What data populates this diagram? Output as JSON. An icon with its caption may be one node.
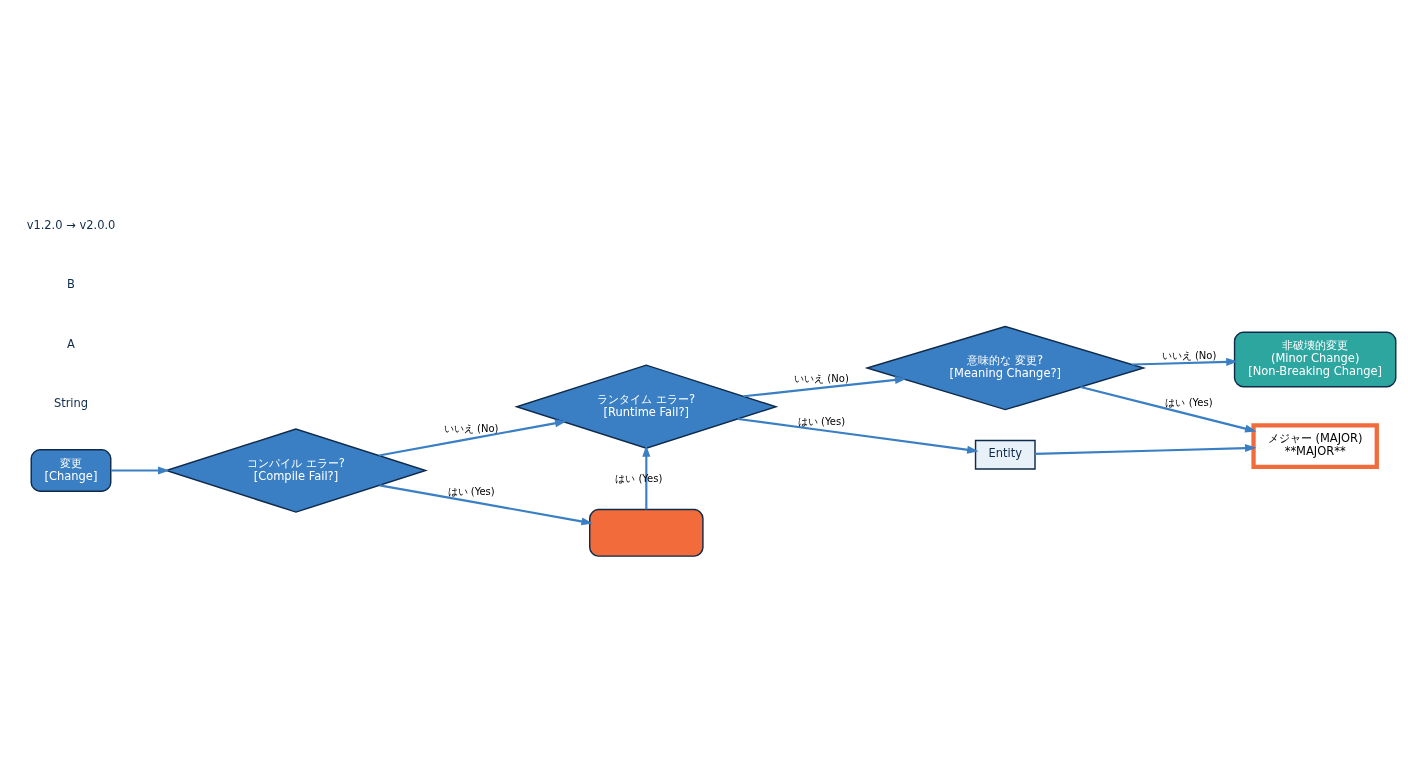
{
  "diagram": {
    "nodes": [
      {
        "text": [
          "変更",
          "[Change]"
        ]
      },
      {
        "text": [
          "コンパイル エラー?",
          "[Compile Fail?]"
        ]
      },
      {
        "text": [
          "ランタイム エラー?",
          "[Runtime Fail?]"
        ]
      },
      {
        "text": [
          "意味的な 変更?",
          "[Meaning Change?]"
        ]
      },
      {
        "text": [
          "Entity"
        ]
      },
      {
        "text": [
          "メジャー (MAJOR)",
          "**MAJOR**"
        ]
      },
      {
        "text": [],
        "shape": "box"
      },
      {
        "text": [
          "非破壊的変更",
          "(Minor Change)",
          "[Non-Breaking Change]"
        ]
      }
    ],
    "edges": [
      {
        "from": 0,
        "to": 1,
        "arrow": "to"
      },
      {
        "from": 1,
        "to": 2,
        "arrow": "to",
        "label": "いいえ (No)"
      },
      {
        "from": 2,
        "to": 3,
        "arrow": "to",
        "label": "いいえ (No)"
      },
      {
        "from": 3,
        "to": 5,
        "arrow": "to",
        "label": "はい (Yes)"
      },
      {
        "from": 1,
        "to": 6,
        "arrow": "to",
        "label": "はい (Yes)"
      },
      {
        "from": 6,
        "to": 2,
        "arrow": "to",
        "label": "はい (Yes)"
      },
      {
        "from": 2,
        "to": 4,
        "arrow": "to",
        "label": "はい (Yes)"
      },
      {
        "from": 4,
        "to": 5,
        "arrow": "to"
      },
      {
        "from": 3,
        "to": 7,
        "arrow": "to",
        "label": "いいえ (No)"
      }
    ],
    "labels": [
      "String",
      "A",
      "B",
      "v1.2.0 → v2.0.0"
    ]
  }
}
